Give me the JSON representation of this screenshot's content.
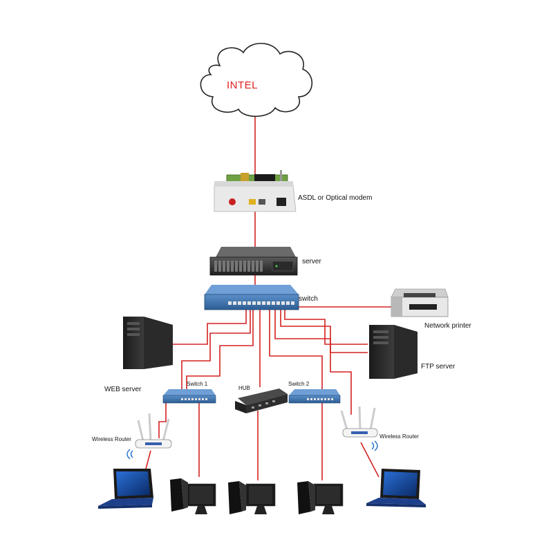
{
  "cloud": {
    "label": "INTEL"
  },
  "devices": {
    "modem": "ASDL or Optical modem",
    "server": "server",
    "switch": "switch",
    "printer": "Network printer",
    "ftp_server": "FTP server",
    "web_server": "WEB server",
    "switch1": "Switch 1",
    "hub": "HUB",
    "switch2": "Switch 2",
    "wireless_router_left": "Wireless Router",
    "wireless_router_right": "Wireless Router"
  },
  "colors": {
    "link": "#d42020",
    "cloud_text": "#e0201c",
    "switch_blue": "#3b6ea8"
  }
}
